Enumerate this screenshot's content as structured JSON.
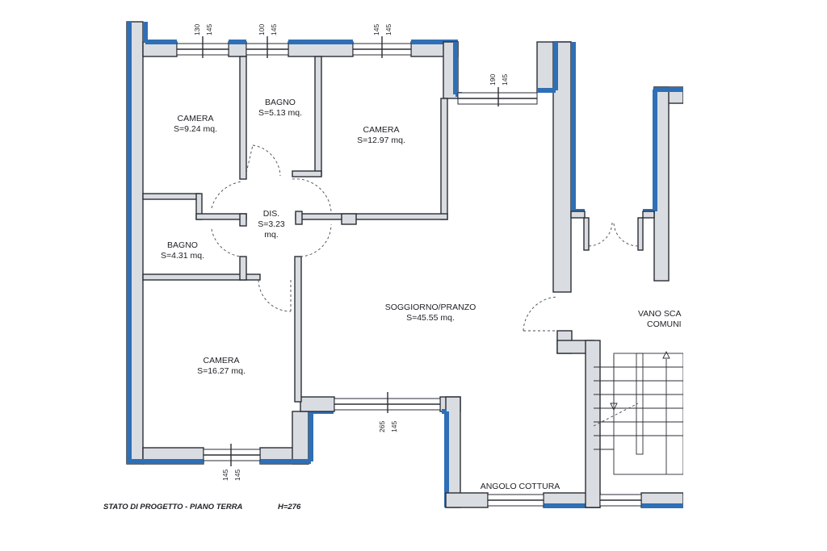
{
  "rooms": [
    {
      "name": "CAMERA",
      "area": "S=9.24 mq."
    },
    {
      "name": "BAGNO",
      "area": "S=5.13 mq."
    },
    {
      "name": "CAMERA",
      "area": "S=12.97 mq."
    },
    {
      "name": "DIS.",
      "area": "S=3.23",
      "area2": "mq."
    },
    {
      "name": "BAGNO",
      "area": "S=4.31 mq."
    },
    {
      "name": "SOGGIORNO/PRANZO",
      "area": "S=45.55 mq."
    },
    {
      "name": "CAMERA",
      "area": "S=16.27 mq."
    },
    {
      "name": "VANO SCA",
      "area": "COMUNI"
    },
    {
      "name": "ANGOLO COTTURA"
    }
  ],
  "dimensions": [
    "130",
    "145",
    "100",
    "145",
    "145",
    "145",
    "190",
    "145",
    "265",
    "145",
    "145",
    "145"
  ],
  "caption": {
    "text": "STATO DI PROGETTO - PIANO TERRA",
    "height": "H=276"
  },
  "colors": {
    "exterior_wall": "#2f6fb5",
    "wall_fill": "#d9dde2",
    "line": "#2a2e34"
  }
}
